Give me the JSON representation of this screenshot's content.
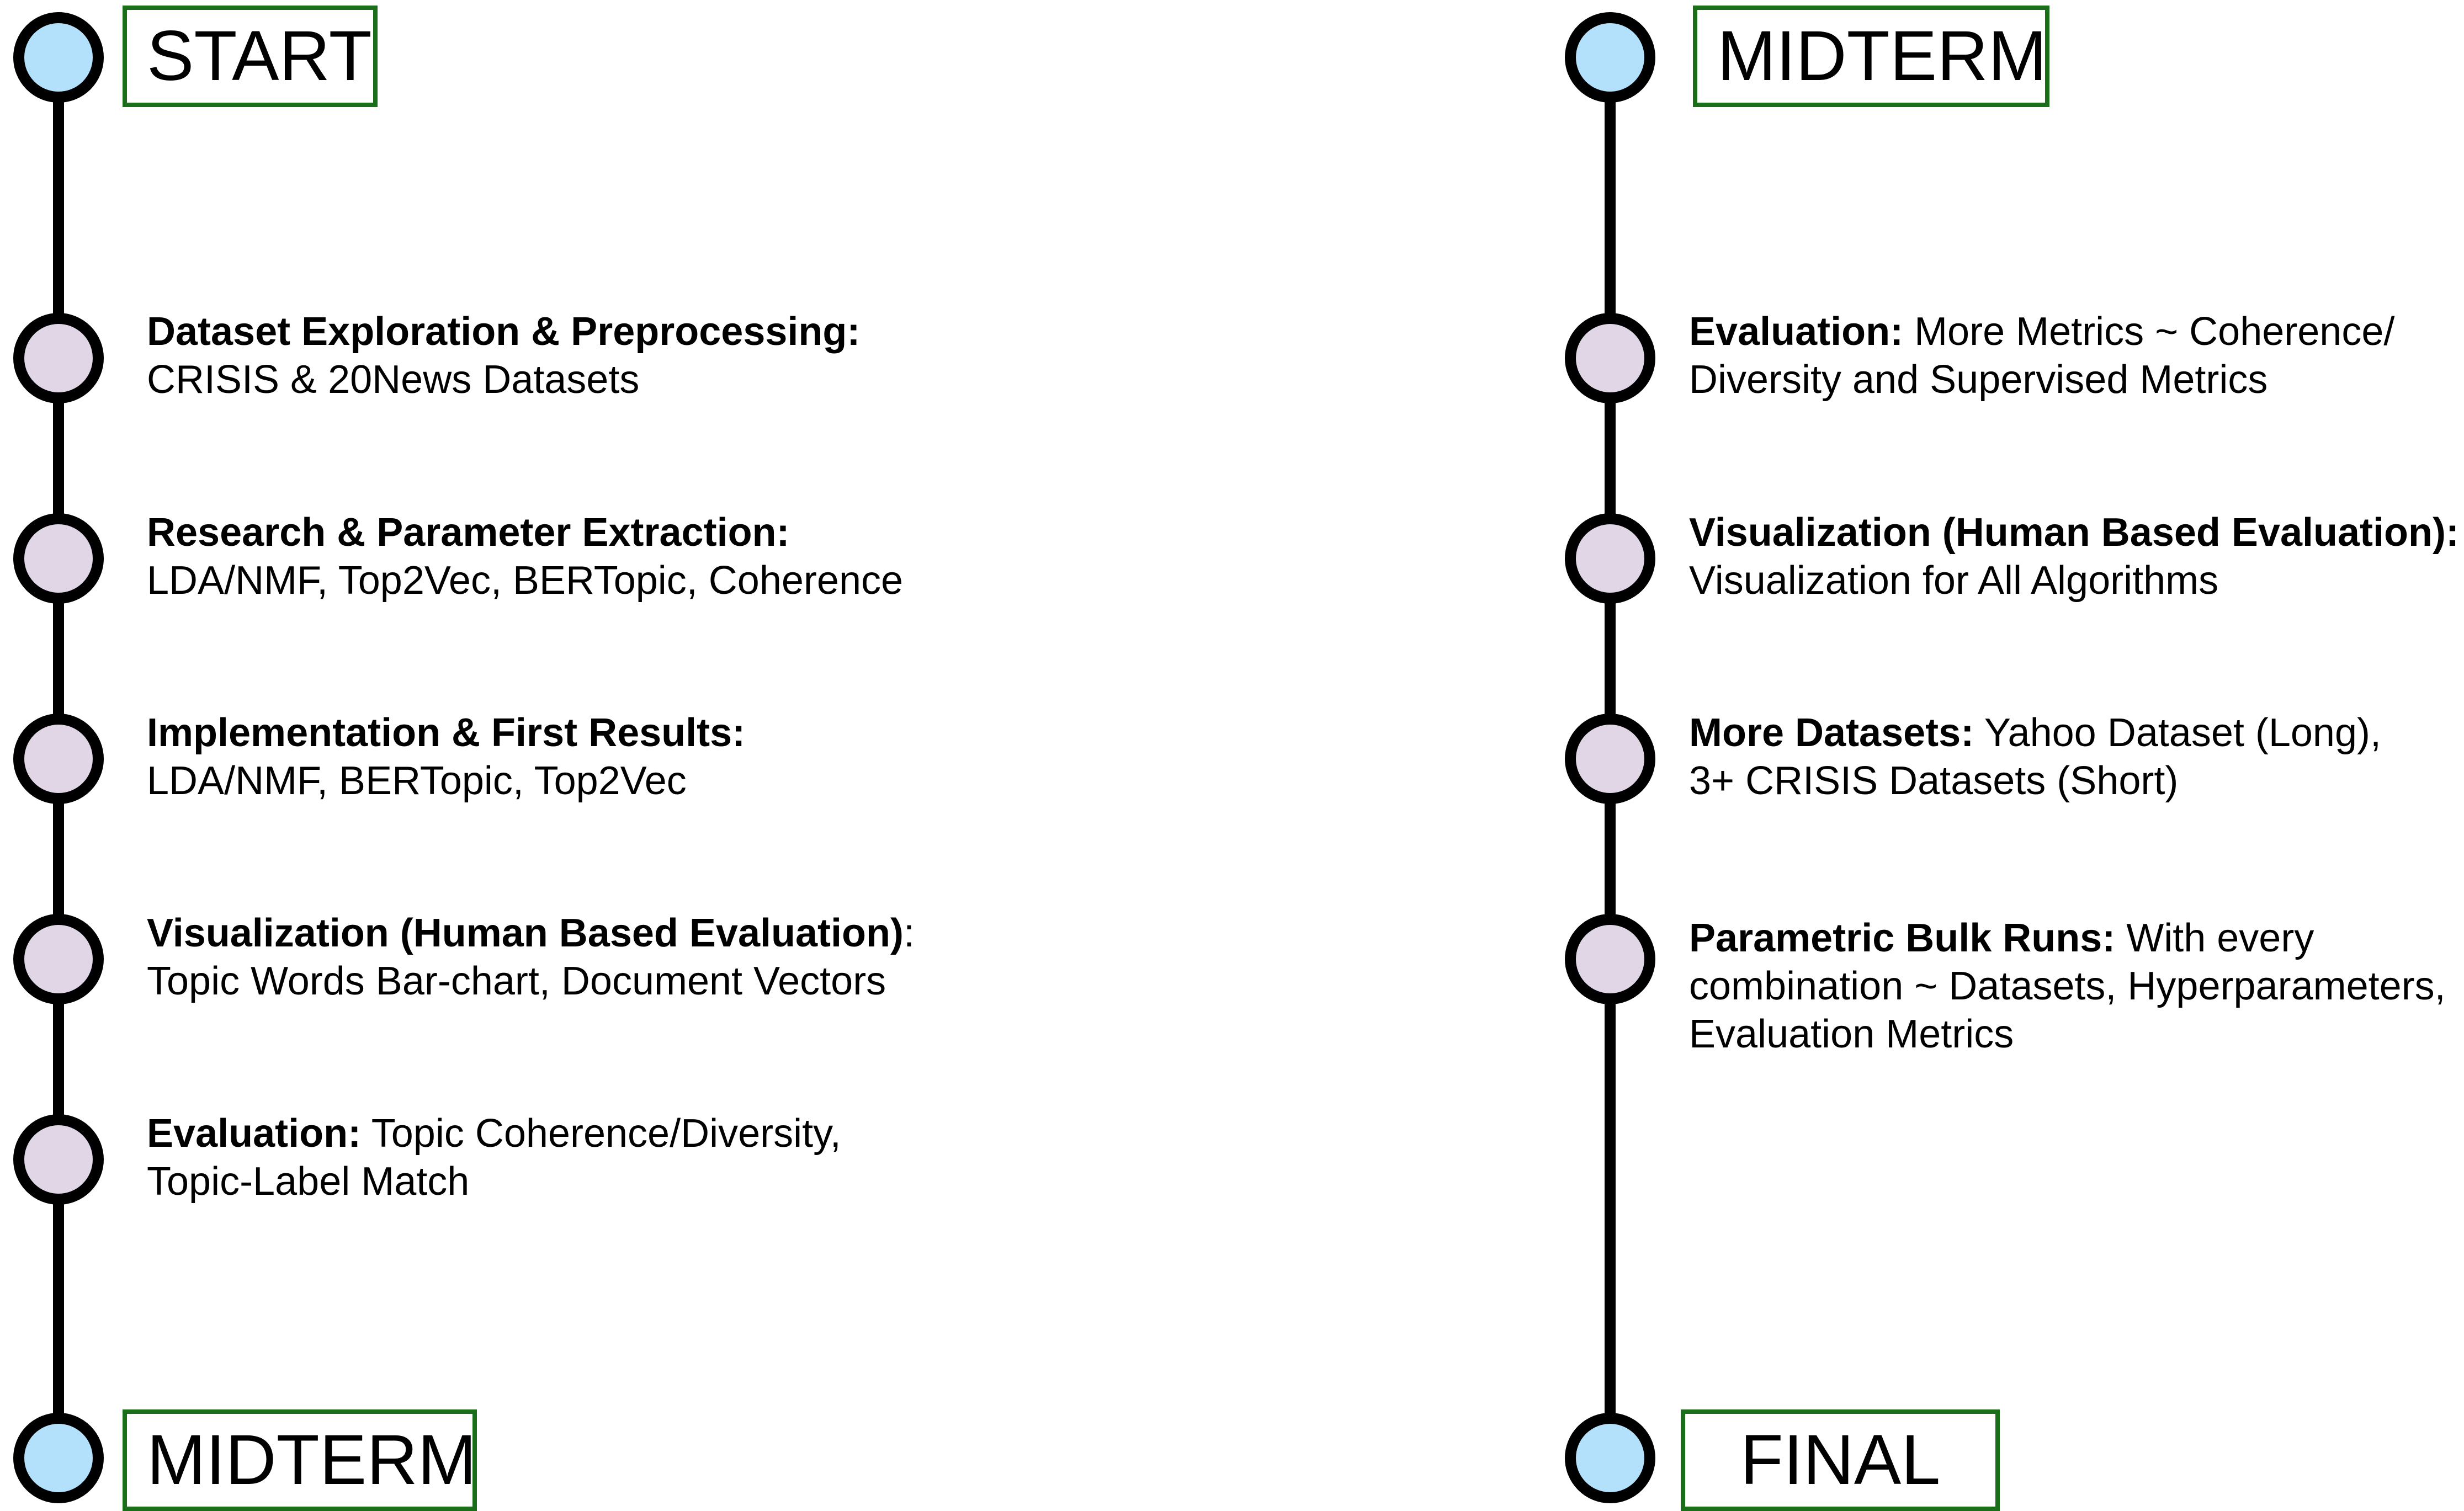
{
  "left": {
    "start_label": "START",
    "end_label": "MIDTERM",
    "tasks": [
      {
        "title": "Dataset Exploration & Preprocessing:",
        "desc": "CRISIS & 20News Datasets"
      },
      {
        "title": "Research & Parameter Extraction:",
        "desc": "LDA/NMF, Top2Vec, BERTopic, Coherence"
      },
      {
        "title": "Implementation & First Results:",
        "desc": "LDA/NMF, BERTopic, Top2Vec"
      },
      {
        "title": "Visualization (Human Based Evaluation)",
        "title_suffix": ":",
        "desc": "Topic Words Bar-chart, Document Vectors"
      },
      {
        "title": "Evaluation:",
        "desc_inline": " Topic Coherence/Diversity,",
        "desc": "Topic-Label Match"
      }
    ]
  },
  "right": {
    "start_label": "MIDTERM",
    "end_label": "FINAL",
    "tasks": [
      {
        "title": "Evaluation:",
        "desc_inline": " More Metrics ~ Coherence/",
        "desc": "Diversity and Supervised Metrics"
      },
      {
        "title": "Visualization (Human Based Evaluation):",
        "desc": "Visualization for All Algorithms"
      },
      {
        "title": "More Datasets:",
        "desc_inline": " Yahoo Dataset (Long),",
        "desc": "3+ CRISIS Datasets (Short)"
      },
      {
        "title": "Parametric Bulk Runs:",
        "desc_inline": " With every",
        "desc": "combination ~ Datasets, Hyperparameters,",
        "desc2": "Evaluation Metrics"
      }
    ]
  },
  "colors": {
    "milestone_fill": "#b3e0fa",
    "task_fill": "#e0d6e6",
    "label_border": "#1a6e1a",
    "line": "#000000"
  }
}
